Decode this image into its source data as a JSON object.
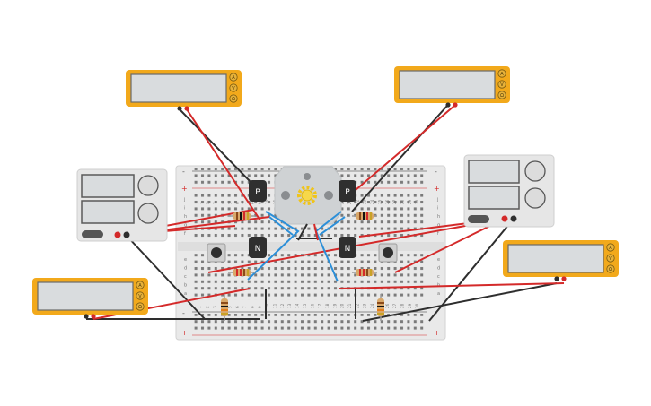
{
  "circuit": {
    "breadboard": {
      "column_numbers": [
        "1",
        "2",
        "3",
        "4",
        "5",
        "6",
        "7",
        "8",
        "9",
        "10",
        "11",
        "12",
        "13",
        "14",
        "15",
        "16",
        "17",
        "18",
        "19",
        "20",
        "21",
        "22",
        "23",
        "24",
        "25",
        "26",
        "27",
        "28",
        "29",
        "30"
      ],
      "row_letters_top": [
        "j",
        "i",
        "h",
        "g",
        "f"
      ],
      "row_letters_bottom": [
        "e",
        "d",
        "c",
        "b",
        "a"
      ],
      "rail_plus": "+",
      "rail_minus": "-"
    },
    "transistor_labels": {
      "pnp": "P",
      "npn": "N"
    },
    "multimeter_modes": [
      "A",
      "V",
      "Ω"
    ],
    "colors": {
      "multimeter_body": "#f2a91b",
      "multimeter_screen": "#d9dcde",
      "wire_red": "#d42a2a",
      "wire_black": "#2e2e2e",
      "wire_blue": "#2c8fd8",
      "breadboard": "#e9e9e9",
      "power_supply": "#e6e6e6"
    }
  }
}
